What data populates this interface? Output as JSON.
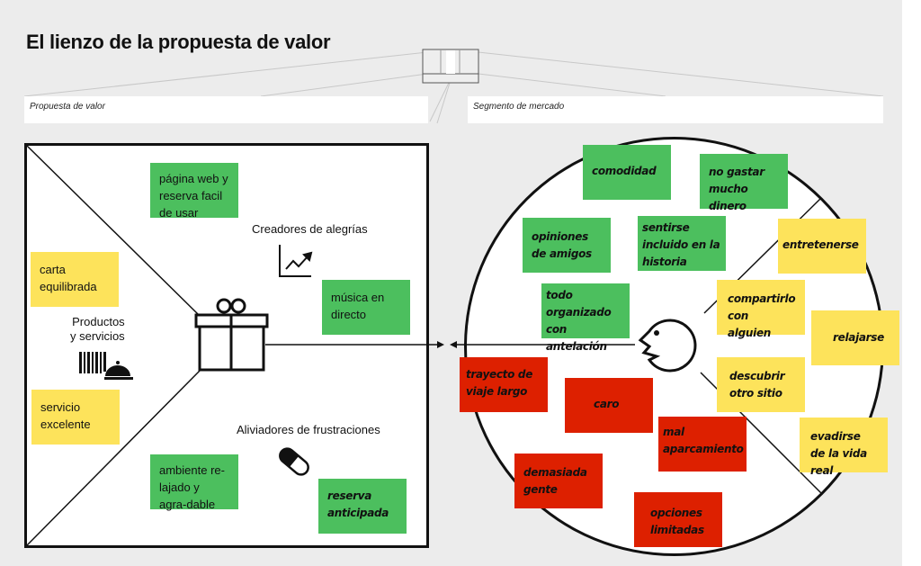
{
  "title": "El lienzo de la propuesta de valor",
  "labels": {
    "left": "Propuesta de valor",
    "right": "Segmento de mercado"
  },
  "sections": {
    "gains_creators": "Creadores de alegrías",
    "products": "Productos\ny servicios",
    "pain_relievers": "Aliviadores de frustraciones"
  },
  "colors": {
    "green": "#4cbf5e",
    "yellow": "#fde35b",
    "red": "#dd2000"
  },
  "value_map": {
    "gain_creators": [
      "página web y reserva facil de usar",
      "música en directo"
    ],
    "products": [
      "carta equilibrada",
      "servicio excelente"
    ],
    "pain_relievers": [
      "ambiente re-lajado y agra-dable",
      "reserva anticipada"
    ]
  },
  "customer_profile": {
    "gains": [
      "comodidad",
      "no gastar mucho dinero",
      "opiniones de amigos",
      "sentirse incluido en la historia",
      "todo organizado con antelación"
    ],
    "jobs": [
      "entretenerse",
      "compartirlo con alguien",
      "relajarse",
      "descubrir otro sitio",
      "evadirse de la vida real"
    ],
    "pains": [
      "trayecto de viaje largo",
      "caro",
      "mal aparcamiento",
      "demasiada gente",
      "opciones limitadas"
    ]
  }
}
